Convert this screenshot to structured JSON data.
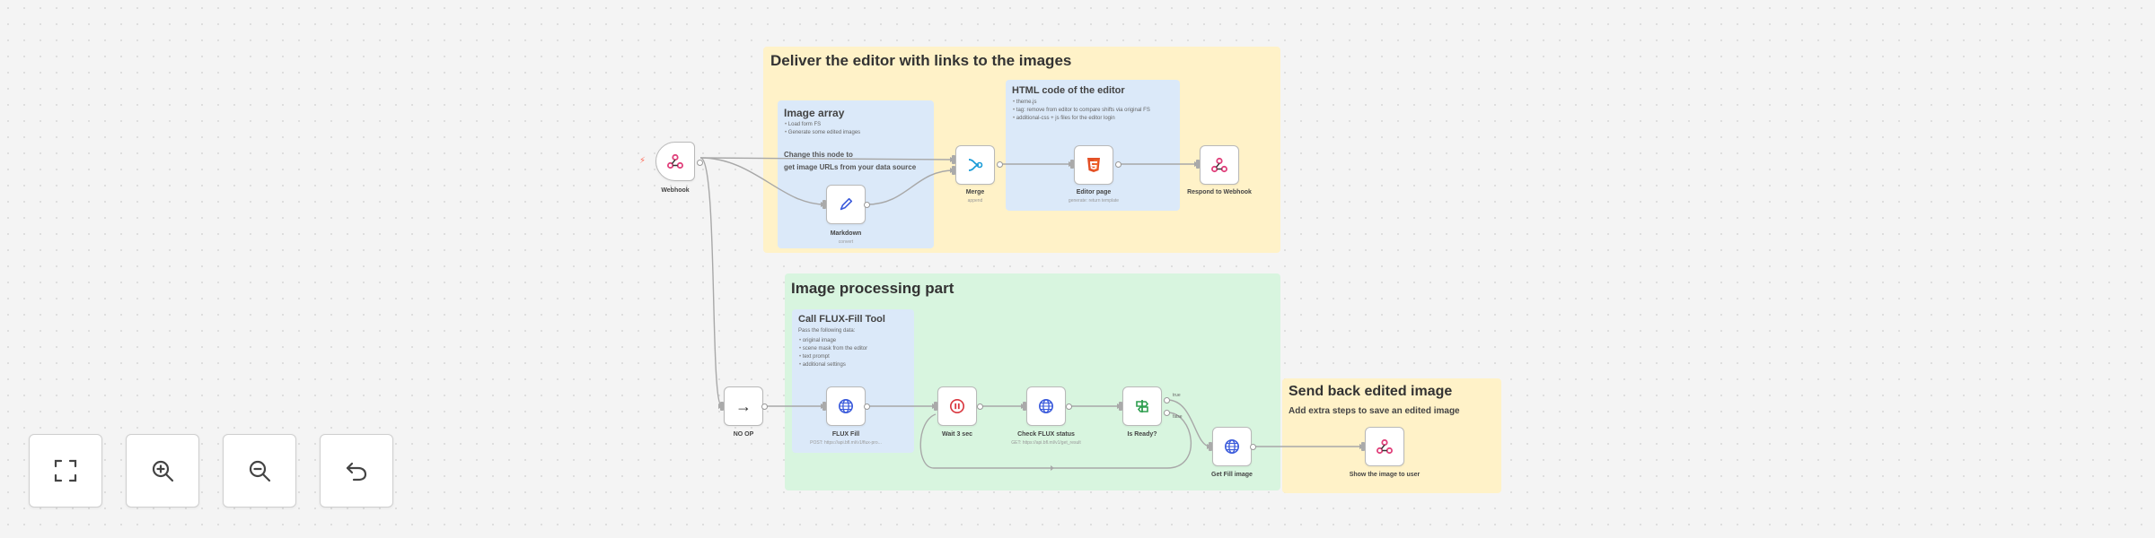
{
  "sticky_notes": {
    "deliver": {
      "title": "Deliver the editor with links to the images"
    },
    "image_array": {
      "title": "Image array",
      "bullets": [
        "Load form FS",
        "Generate some edited images"
      ],
      "line1": "Change this node to",
      "line2": "get image URLs from your data source"
    },
    "html_code": {
      "title": "HTML code of the editor",
      "bullets": [
        "theme.js",
        "tag: remove from editor to compare shifts via original FS",
        "additional-css + js files for the editor login"
      ]
    },
    "processing": {
      "title": "Image processing part"
    },
    "flux_call": {
      "title": "Call FLUX-Fill Tool",
      "intro": "Pass the following data:",
      "bullets": [
        "original image",
        "scene mask from the editor",
        "text prompt",
        "additional settings"
      ]
    },
    "send_back": {
      "title": "Send back edited image",
      "subtitle": "Add extra steps to save an edited image"
    }
  },
  "nodes": {
    "webhook": {
      "label": "Webhook",
      "icon": "webhook-icon"
    },
    "markdown": {
      "label": "Markdown",
      "sub": "convert",
      "icon": "pen-icon"
    },
    "merge": {
      "label": "Merge",
      "sub": "append",
      "icon": "merge-icon"
    },
    "editor_page": {
      "label": "Editor page",
      "sub": "generate: return template",
      "icon": "html5-icon"
    },
    "respond": {
      "label": "Respond to Webhook",
      "icon": "webhook-icon"
    },
    "noop": {
      "label": "NO OP",
      "icon": "arrow-right-icon"
    },
    "flux_fill": {
      "label": "FLUX Fill",
      "sub": "POST: https://api.bfl.ml/v1/flux-pro...",
      "icon": "globe-icon"
    },
    "wait": {
      "label": "Wait 3 sec",
      "icon": "pause-icon"
    },
    "check_status": {
      "label": "Check FLUX status",
      "sub": "GET: https://api.bfl.ml/v1/get_result",
      "icon": "globe-icon"
    },
    "is_ready": {
      "label": "Is Ready?",
      "icon": "if-icon",
      "true_label": "true",
      "false_label": "false"
    },
    "get_fill": {
      "label": "Get Fill image",
      "icon": "globe-icon"
    },
    "show_image": {
      "label": "Show the image to user",
      "icon": "webhook-icon"
    }
  },
  "controls": {
    "fit": {
      "icon": "fit-view-icon"
    },
    "zoom_in": {
      "icon": "zoom-in-icon"
    },
    "zoom_out": {
      "icon": "zoom-out-icon"
    },
    "undo": {
      "icon": "undo-icon"
    }
  },
  "colors": {
    "sticky_yellow": "#fff2c8",
    "sticky_green": "#d8f5df",
    "sticky_blue": "#dbe9f9",
    "webhook_accent": "#e0407b",
    "globe_accent": "#3b5bdb",
    "html_accent": "#e34f26",
    "if_accent": "#2e9e4f",
    "wait_accent": "#d9363e",
    "merge_accent": "#1a9bd7"
  }
}
